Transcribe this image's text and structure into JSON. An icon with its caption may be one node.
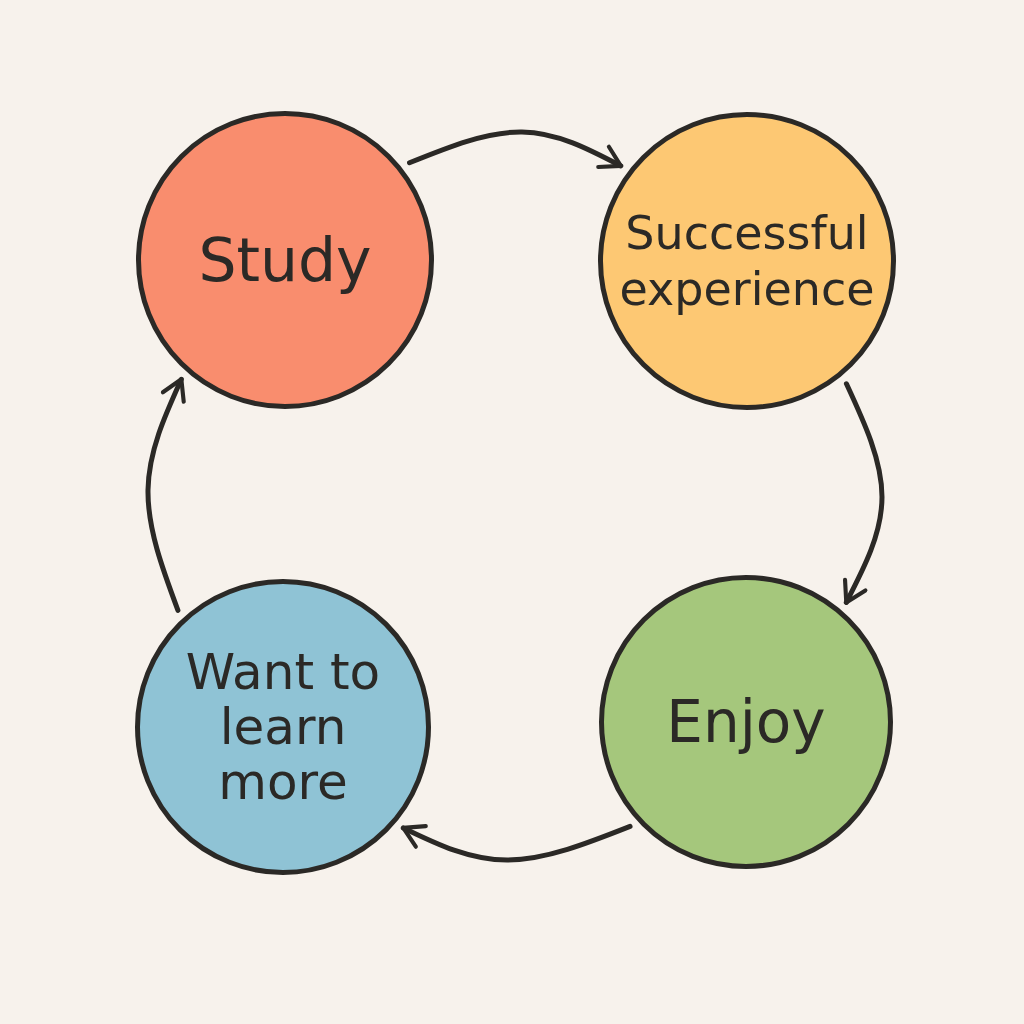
{
  "diagram": {
    "nodes": [
      {
        "text": [
          "Study"
        ]
      },
      {
        "text": [
          "Successful experience"
        ]
      },
      {
        "text": [
          "Enjoy"
        ]
      },
      {
        "text": [
          "Want to learn more"
        ]
      }
    ],
    "edges": [
      {
        "from": 0,
        "to": 1,
        "arrow": "to"
      },
      {
        "from": 1,
        "to": 2,
        "arrow": "to"
      },
      {
        "from": 2,
        "to": 3,
        "arrow": "to"
      },
      {
        "from": 3,
        "to": 0,
        "arrow": "to"
      }
    ]
  }
}
